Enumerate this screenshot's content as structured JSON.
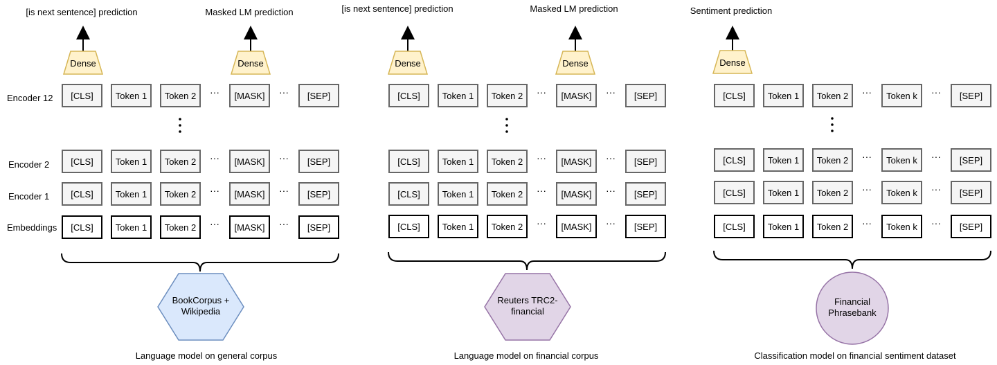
{
  "row_labels": {
    "encoder12": "Encoder 12",
    "encoder2": "Encoder 2",
    "encoder1": "Encoder 1",
    "embeddings": "Embeddings"
  },
  "dense_label": "Dense",
  "ellipsis": "···",
  "vertical_ellipsis": "⋮",
  "panels": [
    {
      "id": "general",
      "heads": [
        "[is next sentence] prediction",
        "Masked LM prediction"
      ],
      "tokens": [
        "[CLS]",
        "Token 1",
        "Token 2",
        "[MASK]",
        "[SEP]"
      ],
      "corpus": "BookCorpus +\nWikipedia",
      "corpus_shape": "hexagon",
      "corpus_fill": "#dae8fc",
      "corpus_stroke": "#6c8ebf",
      "caption": "Language model on general corpus"
    },
    {
      "id": "financial",
      "heads": [
        "[is next sentence] prediction",
        "Masked LM prediction"
      ],
      "tokens": [
        "[CLS]",
        "Token 1",
        "Token 2",
        "[MASK]",
        "[SEP]"
      ],
      "corpus": "Reuters TRC2-\nfinancial",
      "corpus_shape": "hexagon",
      "corpus_fill": "#e1d5e7",
      "corpus_stroke": "#9673a6",
      "caption": "Language model on financial corpus"
    },
    {
      "id": "sentiment",
      "heads": [
        "Sentiment  prediction"
      ],
      "tokens": [
        "[CLS]",
        "Token 1",
        "Token 2",
        "Token k",
        "[SEP]"
      ],
      "corpus": "Financial\nPhrasebank",
      "corpus_shape": "circle",
      "corpus_fill": "#e1d5e7",
      "corpus_stroke": "#9673a6",
      "caption": "Classification model on financial sentiment dataset"
    }
  ],
  "colors": {
    "dense_fill": "#fff2cc",
    "dense_stroke": "#d6b656",
    "encoder_fill": "#f5f5f5",
    "encoder_stroke": "#666666",
    "embedding_stroke": "#000000"
  }
}
